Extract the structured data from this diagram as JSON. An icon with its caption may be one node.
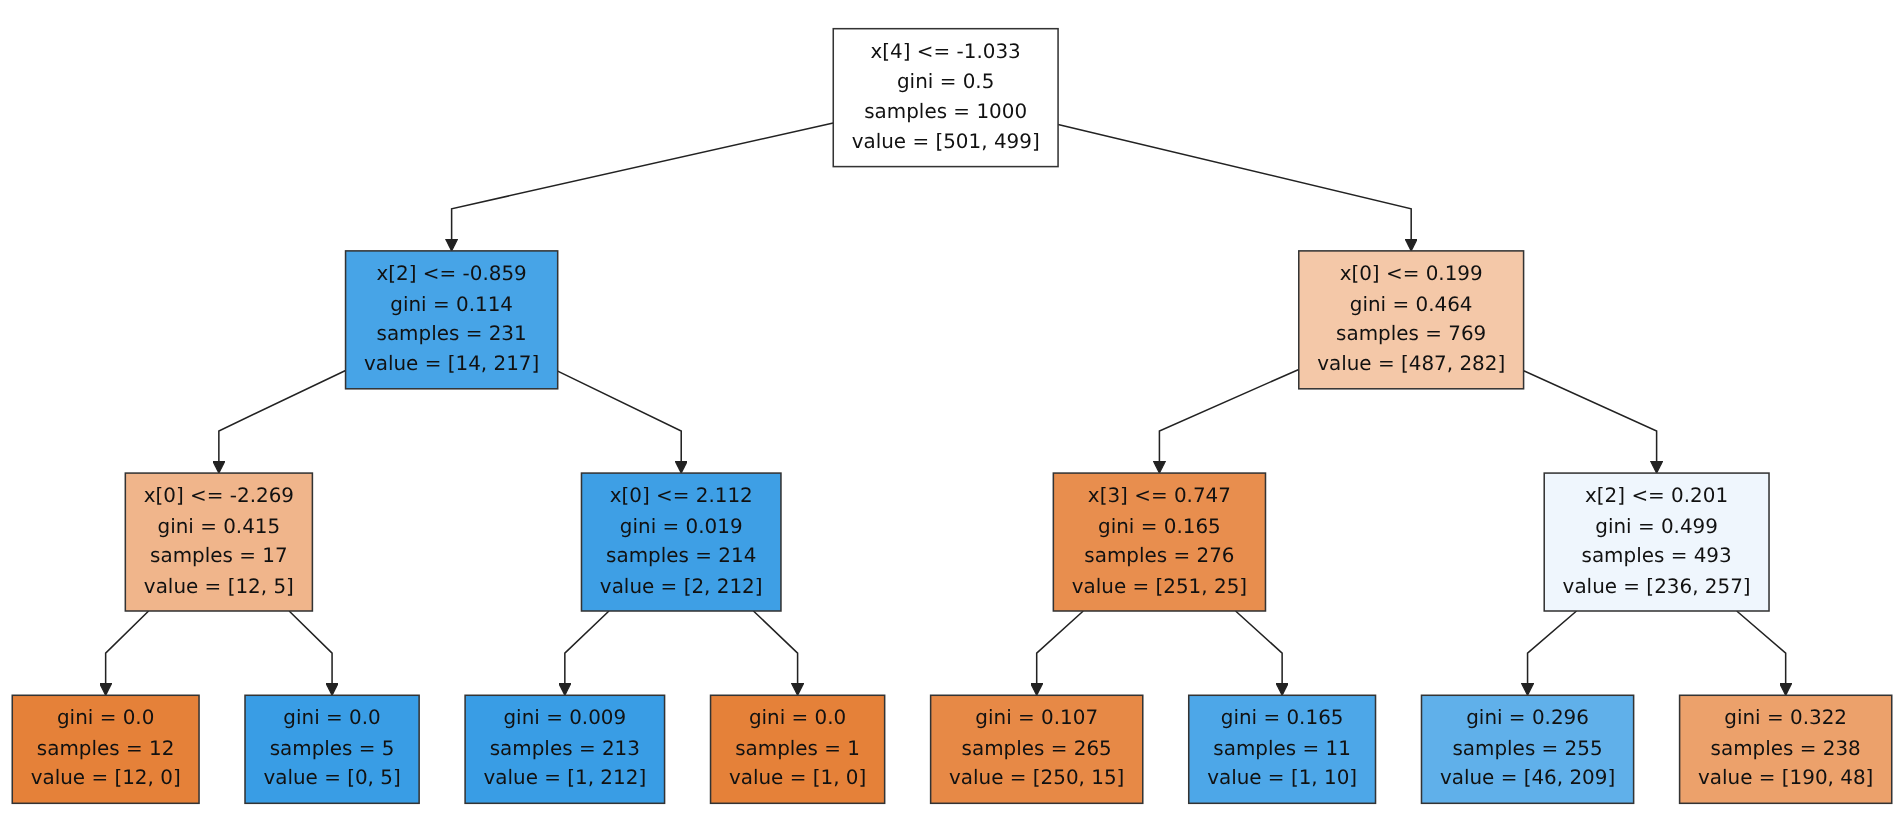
{
  "diagram": {
    "nodes": [
      {
        "text": [
          "x[4] <= -1.033",
          "gini = 0.5",
          "samples = 1000",
          "value = [501, 499]"
        ]
      },
      {
        "text": [
          "x[2] <= -0.859",
          "gini = 0.114",
          "samples = 231",
          "value = [14, 217]"
        ]
      },
      {
        "text": [
          "x[0] <= 0.199",
          "gini = 0.464",
          "samples = 769",
          "value = [487, 282]"
        ]
      },
      {
        "text": [
          "x[0] <= -2.269",
          "gini = 0.415",
          "samples = 17",
          "value = [12, 5]"
        ]
      },
      {
        "text": [
          "x[0] <= 2.112",
          "gini = 0.019",
          "samples = 214",
          "value = [2, 212]"
        ]
      },
      {
        "text": [
          "x[3] <= 0.747",
          "gini = 0.165",
          "samples = 276",
          "value = [251, 25]"
        ]
      },
      {
        "text": [
          "x[2] <= 0.201",
          "gini = 0.499",
          "samples = 493",
          "value = [236, 257]"
        ]
      },
      {
        "text": [
          "gini = 0.0",
          "samples = 12",
          "value = [12, 0]"
        ]
      },
      {
        "text": [
          "gini = 0.0",
          "samples = 5",
          "value = [0, 5]"
        ]
      },
      {
        "text": [
          "gini = 0.009",
          "samples = 213",
          "value = [1, 212]"
        ]
      },
      {
        "text": [
          "gini = 0.0",
          "samples = 1",
          "value = [1, 0]"
        ]
      },
      {
        "text": [
          "gini = 0.107",
          "samples = 265",
          "value = [250, 15]"
        ]
      },
      {
        "text": [
          "gini = 0.165",
          "samples = 11",
          "value = [1, 10]"
        ]
      },
      {
        "text": [
          "gini = 0.296",
          "samples = 255",
          "value = [46, 209]"
        ]
      },
      {
        "text": [
          "gini = 0.322",
          "samples = 238",
          "value = [190, 48]"
        ]
      }
    ],
    "edges": [
      {
        "from": 0,
        "to": 1,
        "arrow": "to"
      },
      {
        "from": 0,
        "to": 2,
        "arrow": "to"
      },
      {
        "from": 1,
        "to": 3,
        "arrow": "to"
      },
      {
        "from": 1,
        "to": 4,
        "arrow": "to"
      },
      {
        "from": 2,
        "to": 5,
        "arrow": "to"
      },
      {
        "from": 2,
        "to": 6,
        "arrow": "to"
      },
      {
        "from": 3,
        "to": 7,
        "arrow": "to"
      },
      {
        "from": 3,
        "to": 8,
        "arrow": "to"
      },
      {
        "from": 4,
        "to": 9,
        "arrow": "to"
      },
      {
        "from": 4,
        "to": 10,
        "arrow": "to"
      },
      {
        "from": 5,
        "to": 11,
        "arrow": "to"
      },
      {
        "from": 5,
        "to": 12,
        "arrow": "to"
      },
      {
        "from": 6,
        "to": 13,
        "arrow": "to"
      },
      {
        "from": 6,
        "to": 14,
        "arrow": "to"
      }
    ]
  }
}
